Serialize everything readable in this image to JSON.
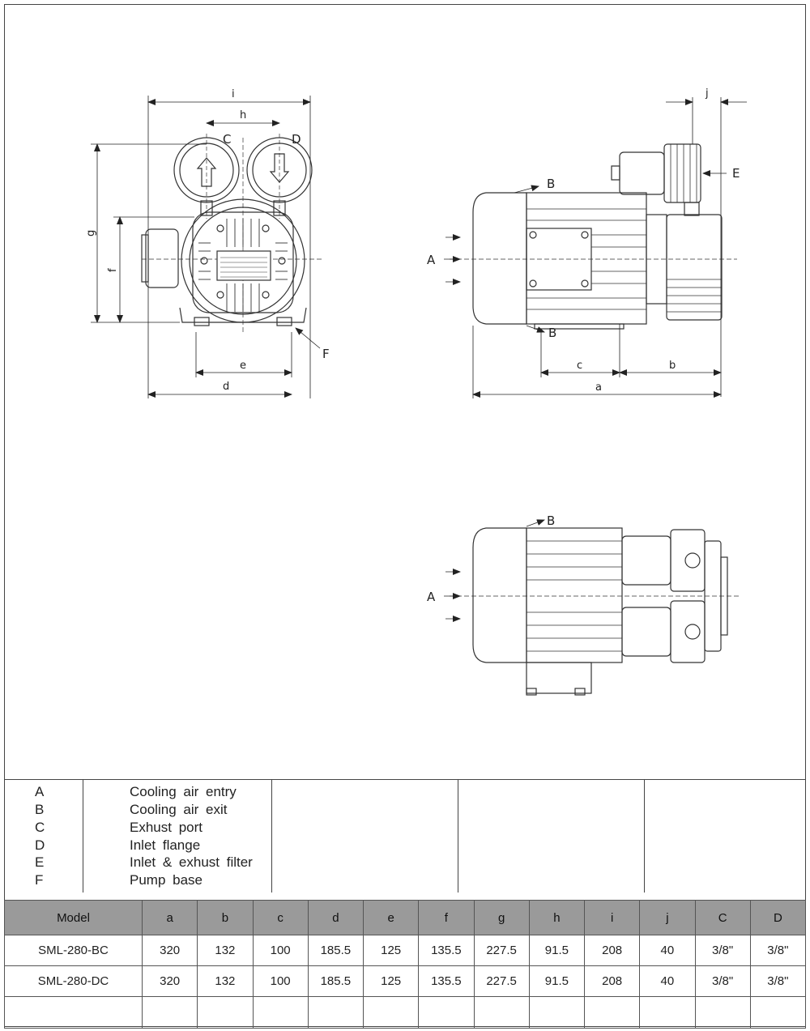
{
  "labels": {
    "A": "A",
    "B": "B",
    "C": "C",
    "D": "D",
    "E": "E",
    "F": "F",
    "dims": {
      "a": "a",
      "b": "b",
      "c": "c",
      "d": "d",
      "e": "e",
      "f": "f",
      "g": "g",
      "h": "h",
      "i": "i",
      "j": "j"
    }
  },
  "legend": [
    {
      "code": "A",
      "text": "Cooling air entry"
    },
    {
      "code": "B",
      "text": "Cooling air exit"
    },
    {
      "code": "C",
      "text": "Exhust port"
    },
    {
      "code": "D",
      "text": "Inlet flange"
    },
    {
      "code": "E",
      "text": "Inlet & exhust filter"
    },
    {
      "code": "F",
      "text": "Pump base"
    }
  ],
  "spec_table": {
    "headers": [
      "Model",
      "a",
      "b",
      "c",
      "d",
      "e",
      "f",
      "g",
      "h",
      "i",
      "j",
      "C",
      "D"
    ],
    "rows": [
      [
        "SML-280-BC",
        "320",
        "132",
        "100",
        "185.5",
        "125",
        "135.5",
        "227.5",
        "91.5",
        "208",
        "40",
        "3/8\"",
        "3/8\""
      ],
      [
        "SML-280-DC",
        "320",
        "132",
        "100",
        "185.5",
        "125",
        "135.5",
        "227.5",
        "91.5",
        "208",
        "40",
        "3/8\"",
        "3/8\""
      ]
    ]
  }
}
